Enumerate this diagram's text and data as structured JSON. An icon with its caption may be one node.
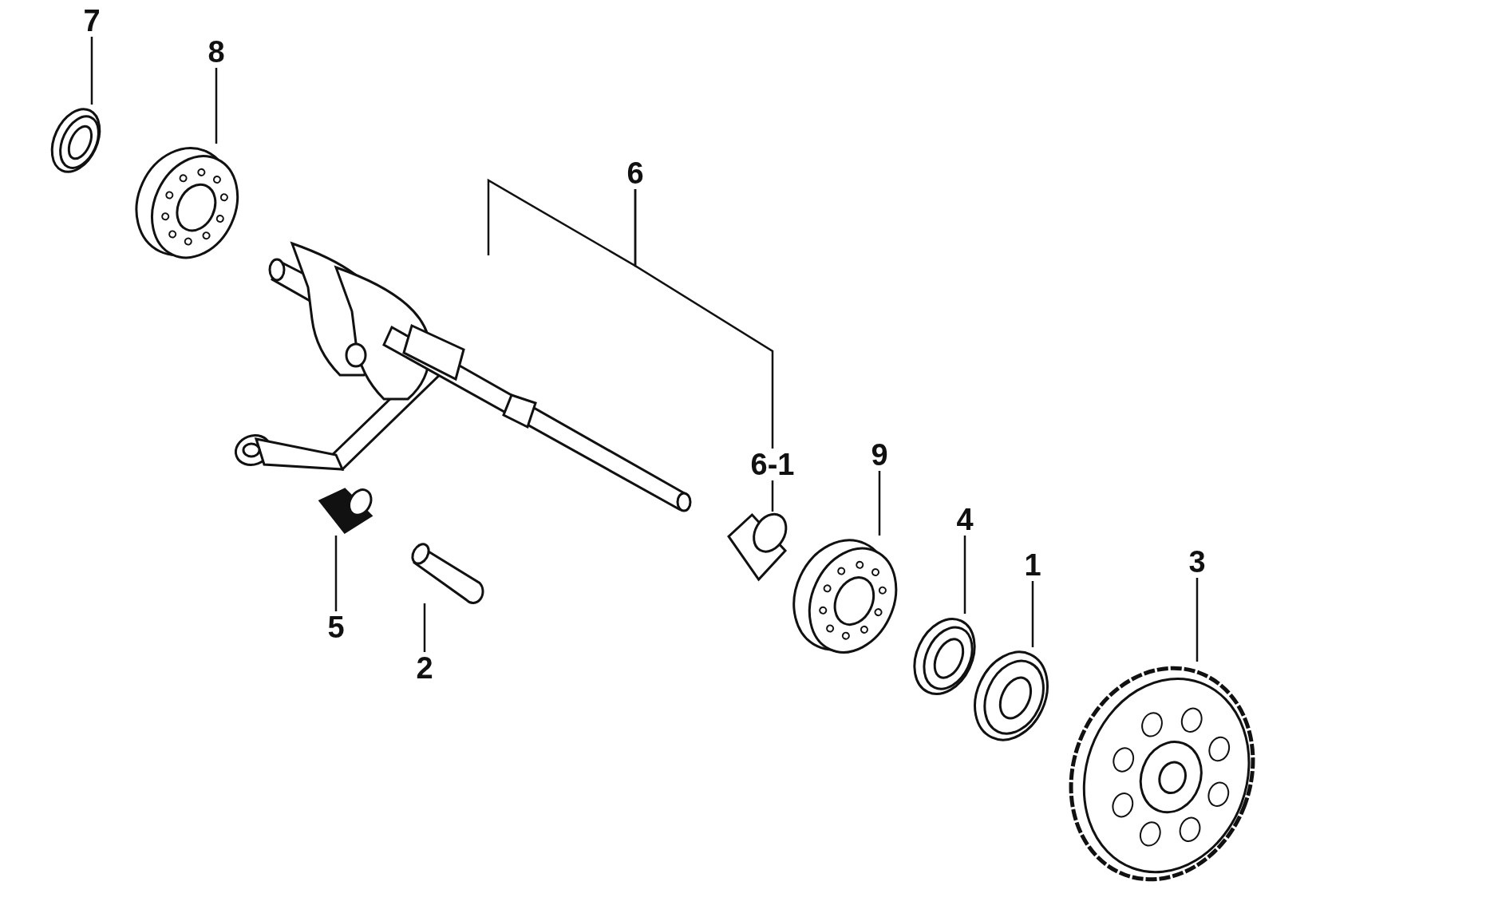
{
  "diagram": {
    "nodes": [
      {
        "text": [
          "7"
        ]
      },
      {
        "text": [],
        "shape": "picture"
      },
      {
        "text": [
          "8"
        ]
      },
      {
        "text": [],
        "shape": "picture"
      },
      {
        "text": [
          "6"
        ]
      },
      {
        "text": [],
        "shape": "picture"
      },
      {
        "text": [
          "6-1"
        ]
      },
      {
        "text": [],
        "shape": "picture"
      },
      {
        "text": [
          "9"
        ]
      },
      {
        "text": [],
        "shape": "picture"
      },
      {
        "text": [
          "4"
        ]
      },
      {
        "text": [],
        "shape": "picture"
      },
      {
        "text": [
          "1"
        ]
      },
      {
        "text": [],
        "shape": "picture"
      },
      {
        "text": [
          "3"
        ]
      },
      {
        "text": [],
        "shape": "picture"
      },
      {
        "text": [
          "5"
        ]
      },
      {
        "text": [],
        "shape": "picture"
      },
      {
        "text": [
          "2"
        ]
      },
      {
        "text": [],
        "shape": "picture"
      }
    ],
    "edges": [
      {
        "from": 0,
        "to": 1,
        "arrow": "none"
      },
      {
        "from": 2,
        "to": 3,
        "arrow": "none"
      },
      {
        "from": 4,
        "to": 5,
        "arrow": "none"
      },
      {
        "from": 4,
        "to": 6,
        "arrow": "none"
      },
      {
        "from": 6,
        "to": 7,
        "arrow": "none"
      },
      {
        "from": 8,
        "to": 9,
        "arrow": "none"
      },
      {
        "from": 10,
        "to": 11,
        "arrow": "none"
      },
      {
        "from": 12,
        "to": 13,
        "arrow": "none"
      },
      {
        "from": 14,
        "to": 15,
        "arrow": "none"
      },
      {
        "from": 16,
        "to": 17,
        "arrow": "none"
      },
      {
        "from": 18,
        "to": 19,
        "arrow": "none"
      }
    ]
  }
}
